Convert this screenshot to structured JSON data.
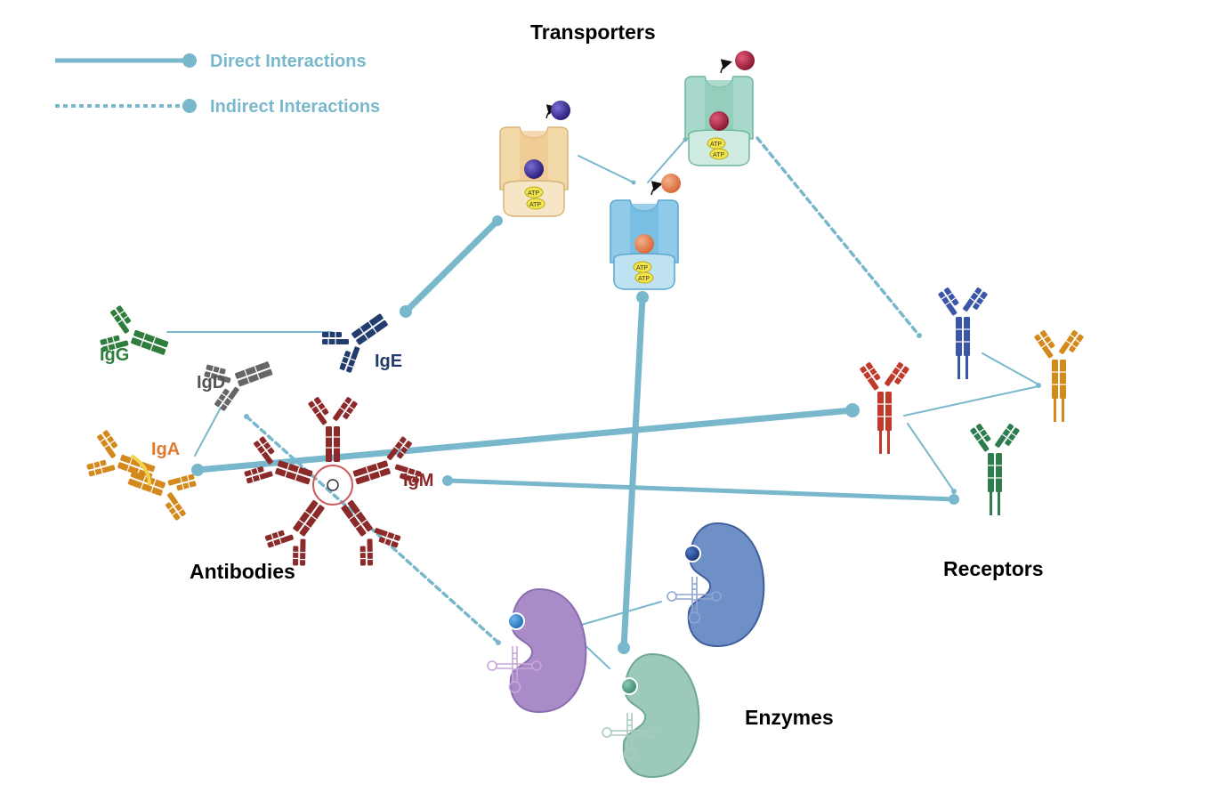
{
  "legend": {
    "direct_label": "Direct Interactions",
    "indirect_label": "Indirect Interactions",
    "line_color": "#79b8cc"
  },
  "sections": {
    "transporters": "Transporters",
    "antibodies": "Antibodies",
    "receptors": "Receptors",
    "enzymes": "Enzymes"
  },
  "antibodies": {
    "igg": {
      "label": "IgG",
      "color": "#2e7d3c"
    },
    "ige": {
      "label": "IgE",
      "color": "#233c6e"
    },
    "igd": {
      "label": "IgD",
      "color": "#555555"
    },
    "iga": {
      "label": "IgA",
      "color": "#e07a2e"
    },
    "igm": {
      "label": "IgM",
      "color": "#8c2a2a"
    }
  },
  "transporter_atp_label": "ATP",
  "colors": {
    "transporter_orange": "#f2d9a8",
    "transporter_blue": "#8fcbe9",
    "transporter_teal": "#a9d9cc",
    "receptor_red": "#c0392b",
    "receptor_blue": "#3a56a8",
    "receptor_orange": "#d4891c",
    "receptor_green": "#2e7d4f",
    "enzyme_purple": "#a98cc7",
    "enzyme_blue": "#6f8fc7",
    "enzyme_teal": "#9ccab8"
  }
}
